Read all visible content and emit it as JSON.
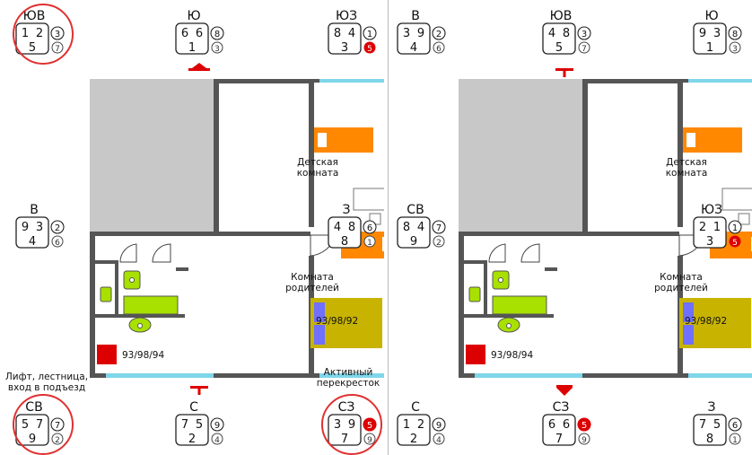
{
  "colors": {
    "wall": "#555555",
    "gray_area": "#c8c8c8",
    "window": "#7fd6ea",
    "orange": "#ff8800",
    "green": "#a8e000",
    "olive": "#c8b400",
    "blue_pillow": "#7070ff",
    "red": "#dd0000",
    "highlight_circle": "#e03030"
  },
  "left": {
    "stars": [
      {
        "dir": "ЮВ",
        "a": "1",
        "b": "2",
        "c": "5",
        "r1": "3",
        "r2": "7",
        "r2_red": false
      },
      {
        "dir": "Ю",
        "a": "6",
        "b": "6",
        "c": "1",
        "r1": "8",
        "r2": "3",
        "r2_red": false
      },
      {
        "dir": "ЮЗ",
        "a": "8",
        "b": "4",
        "c": "3",
        "r1": "1",
        "r2": "5",
        "r2_red": true
      },
      {
        "dir": "В",
        "a": "9",
        "b": "3",
        "c": "4",
        "r1": "2",
        "r2": "6",
        "r2_red": false
      },
      {
        "dir": "З",
        "a": "4",
        "b": "8",
        "c": "8",
        "r1": "6",
        "r2": "1",
        "r2_red": false
      },
      {
        "dir": "СВ",
        "a": "5",
        "b": "7",
        "c": "9",
        "r1": "7",
        "r2": "2",
        "r2_red": false
      },
      {
        "dir": "С",
        "a": "7",
        "b": "5",
        "c": "2",
        "r1": "9",
        "r2": "4",
        "r2_red": false
      },
      {
        "dir": "СЗ",
        "a": "3",
        "b": "9",
        "c": "7",
        "r1": "5",
        "r2": "9",
        "r2_red": false,
        "r1_red": true
      }
    ],
    "rooms": {
      "kids": "Детская\nкомната",
      "parents": "Комната\nродителей"
    },
    "bed_code": "93/98/92",
    "stove_code": "93/98/94",
    "lift_note": "Лифт, лестница,\nвход в подъезд",
    "active_note": "Активный\nперекресток"
  },
  "right": {
    "stars": [
      {
        "dir": "В",
        "a": "3",
        "b": "9",
        "c": "4",
        "r1": "2",
        "r2": "6",
        "r2_red": false
      },
      {
        "dir": "ЮВ",
        "a": "4",
        "b": "8",
        "c": "5",
        "r1": "3",
        "r2": "7",
        "r2_red": false
      },
      {
        "dir": "Ю",
        "a": "9",
        "b": "3",
        "c": "1",
        "r1": "8",
        "r2": "3",
        "r2_red": false
      },
      {
        "dir": "СВ",
        "a": "8",
        "b": "4",
        "c": "9",
        "r1": "7",
        "r2": "2",
        "r2_red": false
      },
      {
        "dir": "ЮЗ",
        "a": "2",
        "b": "1",
        "c": "3",
        "r1": "1",
        "r2": "5",
        "r2_red": true
      },
      {
        "dir": "С",
        "a": "1",
        "b": "2",
        "c": "2",
        "r1": "9",
        "r2": "4",
        "r2_red": false
      },
      {
        "dir": "СЗ",
        "a": "6",
        "b": "6",
        "c": "7",
        "r1": "5",
        "r2": "9",
        "r2_red": false,
        "r1_red": true
      },
      {
        "dir": "З",
        "a": "7",
        "b": "5",
        "c": "8",
        "r1": "6",
        "r2": "1",
        "r2_red": false
      }
    ],
    "rooms": {
      "kids": "Детская\nкомната",
      "parents": "Комната\nродителей"
    },
    "bed_code": "93/98/92",
    "stove_code": "93/98/94"
  }
}
